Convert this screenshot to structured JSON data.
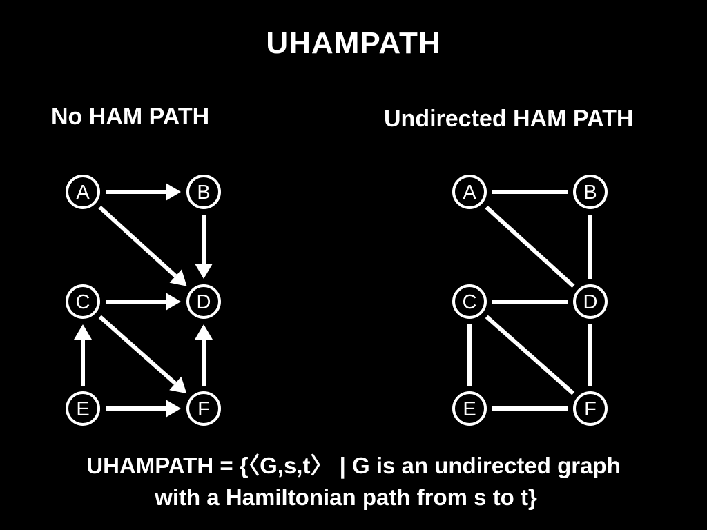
{
  "title": "UHAMPATH",
  "left_graph": {
    "heading": "No HAM PATH",
    "directed": true,
    "nodes": [
      "A",
      "B",
      "C",
      "D",
      "E",
      "F"
    ],
    "edges": [
      {
        "from": "A",
        "to": "B"
      },
      {
        "from": "A",
        "to": "D"
      },
      {
        "from": "B",
        "to": "D"
      },
      {
        "from": "C",
        "to": "D"
      },
      {
        "from": "C",
        "to": "F"
      },
      {
        "from": "E",
        "to": "C"
      },
      {
        "from": "E",
        "to": "F"
      },
      {
        "from": "F",
        "to": "D"
      }
    ]
  },
  "right_graph": {
    "heading": "Undirected HAM PATH",
    "directed": false,
    "nodes": [
      "A",
      "B",
      "C",
      "D",
      "E",
      "F"
    ],
    "edges": [
      {
        "from": "A",
        "to": "B"
      },
      {
        "from": "A",
        "to": "D"
      },
      {
        "from": "B",
        "to": "D"
      },
      {
        "from": "C",
        "to": "D"
      },
      {
        "from": "C",
        "to": "F"
      },
      {
        "from": "C",
        "to": "E"
      },
      {
        "from": "E",
        "to": "F"
      },
      {
        "from": "D",
        "to": "F"
      }
    ]
  },
  "definition": {
    "line1": "UHAMPATH = {〈G,s,t〉 | G is an undirected graph",
    "line2": "with a Hamiltonian path from s to t}"
  },
  "colors": {
    "background": "#000000",
    "foreground": "#ffffff"
  }
}
